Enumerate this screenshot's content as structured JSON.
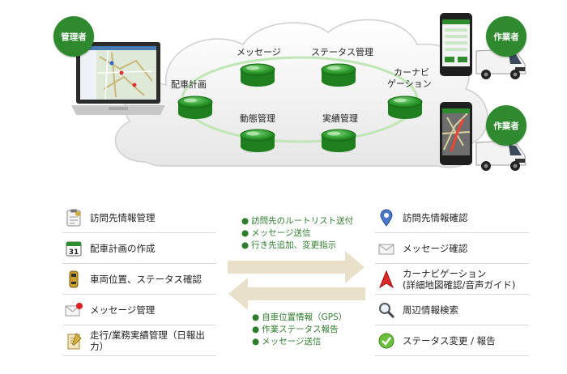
{
  "diagram": {
    "badges": {
      "admin": "管理者",
      "worker_top": "作業者",
      "worker_bottom": "作業者"
    },
    "cloud_nodes": {
      "dispatch": "配車計画",
      "message": "メッセージ",
      "status": "ステータス管理",
      "carnavi_line1": "カーナビ",
      "carnavi_line2": "ゲーション",
      "tracking": "動態管理",
      "results": "実績管理"
    }
  },
  "left_list": [
    {
      "label": "訪問先情報管理",
      "icon": "clipboard-icon"
    },
    {
      "label": "配車計画の作成",
      "icon": "calendar-icon"
    },
    {
      "label": "車両位置、ステータス確認",
      "icon": "vehicle-icon"
    },
    {
      "label": "メッセージ管理",
      "icon": "mail-alert-icon"
    },
    {
      "label": "走行/業務実績管理（日報出力）",
      "icon": "report-icon"
    }
  ],
  "right_list": [
    {
      "label": "訪問先情報確認",
      "icon": "map-pin-icon"
    },
    {
      "label": "メッセージ確認",
      "icon": "envelope-icon"
    },
    {
      "label": "カーナビゲーション",
      "label2": "(詳細地図確認/音声ガイド)",
      "icon": "navigation-arrow-icon"
    },
    {
      "label": "周辺情報検索",
      "icon": "magnifier-icon"
    },
    {
      "label": "ステータス変更 / 報告",
      "icon": "check-icon"
    }
  ],
  "arrows": {
    "to_worker": [
      "訪問先のルートリスト送付",
      "メッセージ送信",
      "行き先追加、変更指示"
    ],
    "to_admin": [
      "自車位置情報（GPS）",
      "作業ステータス報告",
      "メッセージ送信"
    ]
  },
  "colors": {
    "accent": "#2f8a2f",
    "arrow": "#e8e0c8",
    "cloud": "#f0f0f0"
  }
}
